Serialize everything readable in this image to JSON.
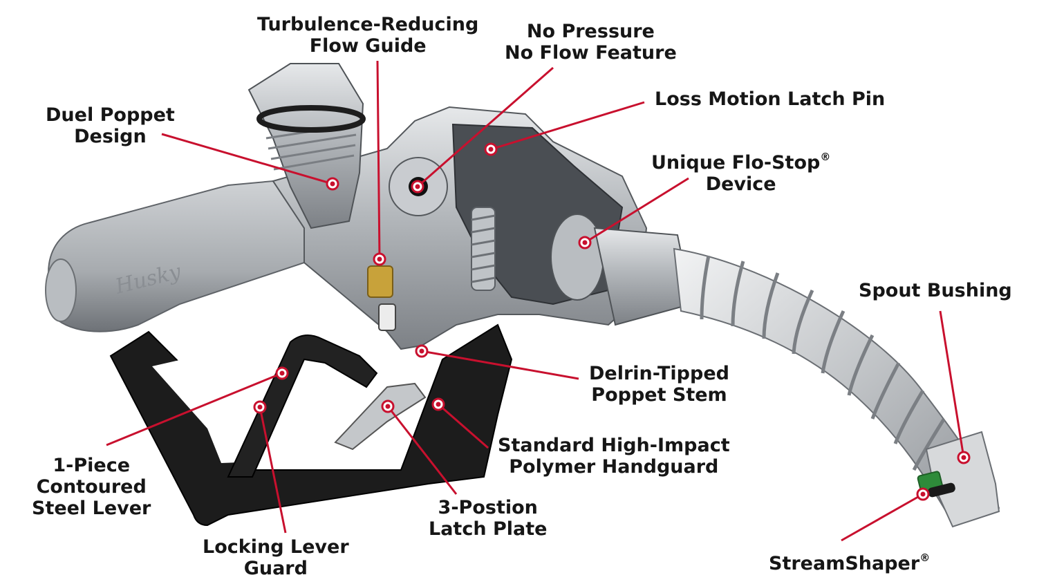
{
  "colors": {
    "leader_line": "#c8102e",
    "metal_light": "#d4d6d8",
    "metal_mid": "#9fa3a7",
    "metal_dark": "#5d6166",
    "handguard": "#1a1a1a",
    "brass": "#c8a23a",
    "window_green": "#2e8b3a"
  },
  "product": {
    "brand_logo_text": "Husky"
  },
  "labels": [
    {
      "id": "turbulence-reducing-flow-guide",
      "lines": [
        "Turbulence-Reducing",
        "Flow Guide"
      ]
    },
    {
      "id": "no-pressure-no-flow-feature",
      "lines": [
        "No Pressure",
        "No Flow Feature"
      ]
    },
    {
      "id": "duel-poppet-design",
      "lines": [
        "Duel Poppet",
        "Design"
      ]
    },
    {
      "id": "loss-motion-latch-pin",
      "lines": [
        "Loss Motion Latch Pin"
      ]
    },
    {
      "id": "unique-flo-stop-device",
      "lines": [
        "Unique Flo-Stop",
        "Device"
      ],
      "mark": "®"
    },
    {
      "id": "spout-bushing",
      "lines": [
        "Spout Bushing"
      ]
    },
    {
      "id": "delrin-tipped-poppet-stem",
      "lines": [
        "Delrin-Tipped",
        "Poppet Stem"
      ]
    },
    {
      "id": "standard-high-impact-polymer-handguard",
      "lines": [
        "Standard High-Impact",
        "Polymer Handguard"
      ]
    },
    {
      "id": "one-piece-contoured-steel-lever",
      "lines": [
        "1-Piece",
        "Contoured",
        "Steel Lever"
      ]
    },
    {
      "id": "three-position-latch-plate",
      "lines": [
        "3-Postion",
        "Latch Plate"
      ]
    },
    {
      "id": "locking-lever-guard",
      "lines": [
        "Locking Lever",
        "Guard"
      ]
    },
    {
      "id": "streamshaper",
      "lines": [
        "StreamShaper"
      ],
      "mark": "®"
    }
  ]
}
